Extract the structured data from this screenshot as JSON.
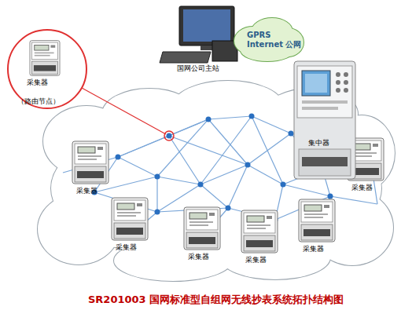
{
  "diagram": {
    "title": "SR201003 国网标准型自组网无线抄表系统拓扑结构图",
    "nodes": [
      {
        "text": [
          "采集器",
          "（路由节点）"
        ]
      },
      {
        "text": [
          "国网公司主站"
        ]
      },
      {
        "text": [
          "GPRS Internet 公网"
        ]
      },
      {
        "text": [
          "集中器"
        ]
      },
      {
        "text": [
          "采集器"
        ]
      },
      {
        "text": [
          "采集器"
        ]
      },
      {
        "text": [
          "采集器"
        ]
      },
      {
        "text": [
          "采集器"
        ]
      },
      {
        "text": [
          "采集器"
        ]
      },
      {
        "text": [
          "采集器"
        ]
      }
    ]
  }
}
